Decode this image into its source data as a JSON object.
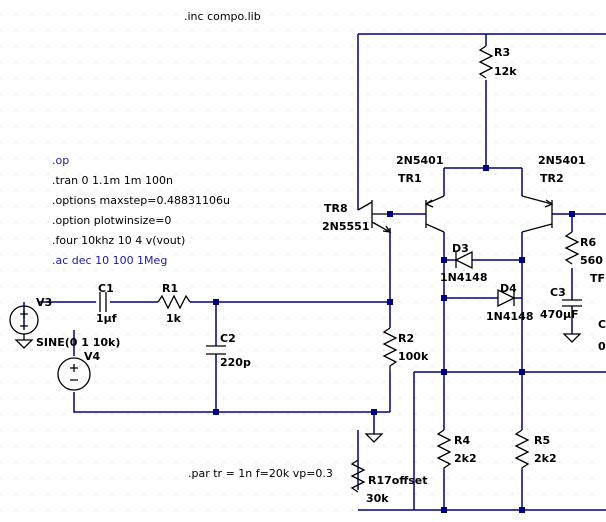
{
  "directives": {
    "inc": ".inc compo.lib",
    "op": ".op",
    "tran": ".tran 0 1.1m 1m 100n",
    "options_maxstep": ".options maxstep=0.48831106u",
    "option_plotwinsize": ".option plotwinsize=0",
    "four": ".four 10khz 10 4 v(vout)",
    "ac": ".ac dec 10 100 1Meg",
    "par": ".par tr = 1n f=20k vp=0.3"
  },
  "components": {
    "V3": {
      "name": "V3",
      "value": "SINE(0 1 10k)"
    },
    "V4": {
      "name": "V4"
    },
    "C1": {
      "name": "C1",
      "value": "1µf"
    },
    "R1": {
      "name": "R1",
      "value": "1k"
    },
    "C2": {
      "name": "C2",
      "value": "220p"
    },
    "R2": {
      "name": "R2",
      "value": "100k"
    },
    "TR8": {
      "name": "TR8",
      "model": "2N5551"
    },
    "TR1": {
      "name": "TR1",
      "model": "2N5401"
    },
    "TR2": {
      "name": "TR2",
      "model": "2N5401"
    },
    "R3": {
      "name": "R3",
      "value": "12k"
    },
    "D3": {
      "name": "D3",
      "model": "1N4148"
    },
    "D4": {
      "name": "D4",
      "model": "1N4148"
    },
    "R6": {
      "name": "R6",
      "value": "560"
    },
    "C3": {
      "name": "C3",
      "value": "470µF"
    },
    "R4": {
      "name": "R4",
      "value": "2k2"
    },
    "R5": {
      "name": "R5",
      "value": "2k2"
    },
    "R17": {
      "name": "R17offset",
      "value": "30k"
    },
    "TF_partial": "TF",
    "C_partial": "C",
    "zero_partial": "0"
  },
  "colors": {
    "wire": "#000080",
    "node": "#000080",
    "component": "#000000",
    "directive_blue": "#1a1aa0"
  }
}
